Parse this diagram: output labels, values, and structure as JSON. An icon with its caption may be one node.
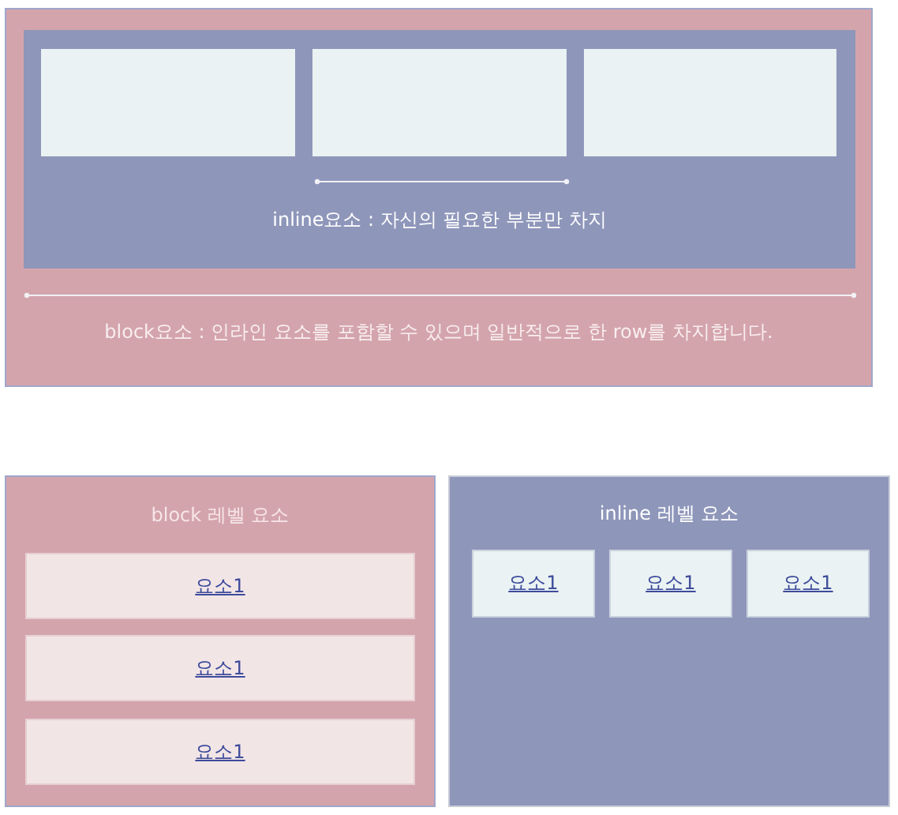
{
  "diagram": {
    "nodes": [
      {
        "text": [
          "block요소 : 인라인 요소를 포함할 수 있으며 일반적으로 한 row를 차지합니다."
        ]
      },
      {
        "text": [
          "inline요소 : 자신의 필요한 부분만 차지"
        ],
        "in": 0
      },
      {
        "text": [],
        "shape": "box",
        "in": 1
      },
      {
        "text": [],
        "shape": "box",
        "in": 1
      },
      {
        "text": [],
        "shape": "box",
        "in": 1
      },
      {
        "text": [
          "block 레벨 요소"
        ]
      },
      {
        "text": [
          "요소1"
        ],
        "in": 5
      },
      {
        "text": [
          "요소1"
        ],
        "in": 5
      },
      {
        "text": [
          "요소1"
        ],
        "in": 5
      },
      {
        "text": [
          "inline 레벨 요소"
        ]
      },
      {
        "text": [
          "요소1"
        ],
        "in": 9
      },
      {
        "text": [
          "요소1"
        ],
        "in": 9
      },
      {
        "text": [
          "요소1"
        ],
        "in": 9
      }
    ],
    "edges": []
  }
}
